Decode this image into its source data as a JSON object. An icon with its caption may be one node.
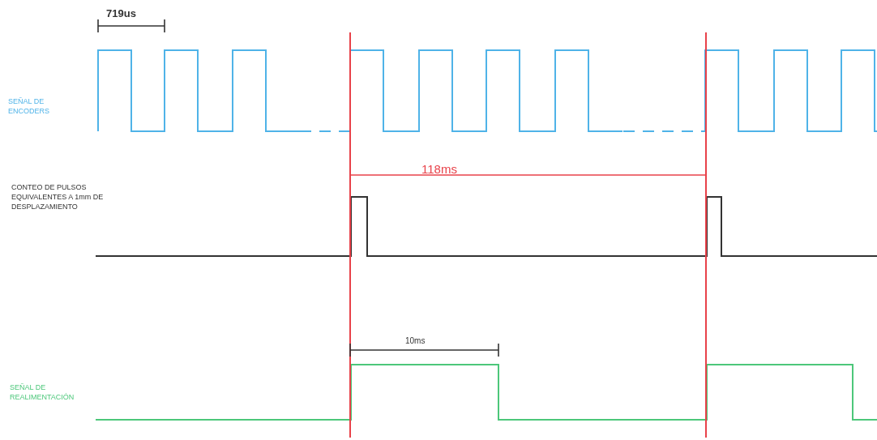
{
  "diagram": {
    "labels": [
      "719us",
      "SEÑAL DE ENCODERS",
      "118ms",
      "CONTEO DE PULSOS EQUIVALENTES A 1mm DE DESPLAZAMIENTO",
      "10ms",
      "SEÑAL DE REALIMENTACIÓN"
    ]
  }
}
